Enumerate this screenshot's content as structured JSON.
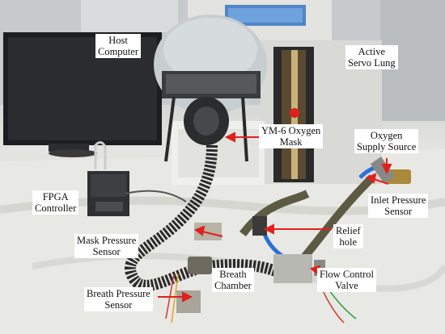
{
  "labels": {
    "host_computer": "Host\nComputer",
    "active_servo_lung": "Active\nServo Lung",
    "oxygen_mask": "YM-6 Oxygen\nMask",
    "oxygen_supply": "Oxygen\nSupply Source",
    "fpga_controller": "FPGA\nController",
    "inlet_pressure_sensor": "Inlet Pressure\nSensor",
    "relief_hole": "Relief\nhole",
    "mask_pressure_sensor": "Mask Pressure\nSensor",
    "breath_chamber": "Breath\nChamber",
    "flow_control_valve": "Flow Control\nValve",
    "breath_pressure_sensor": "Breath Pressure\nSensor"
  },
  "colors": {
    "arrow": "#e0201c",
    "tubing": "#2b2b2b",
    "helmet": "#c9cfd3",
    "table": "#e6e6e2"
  }
}
